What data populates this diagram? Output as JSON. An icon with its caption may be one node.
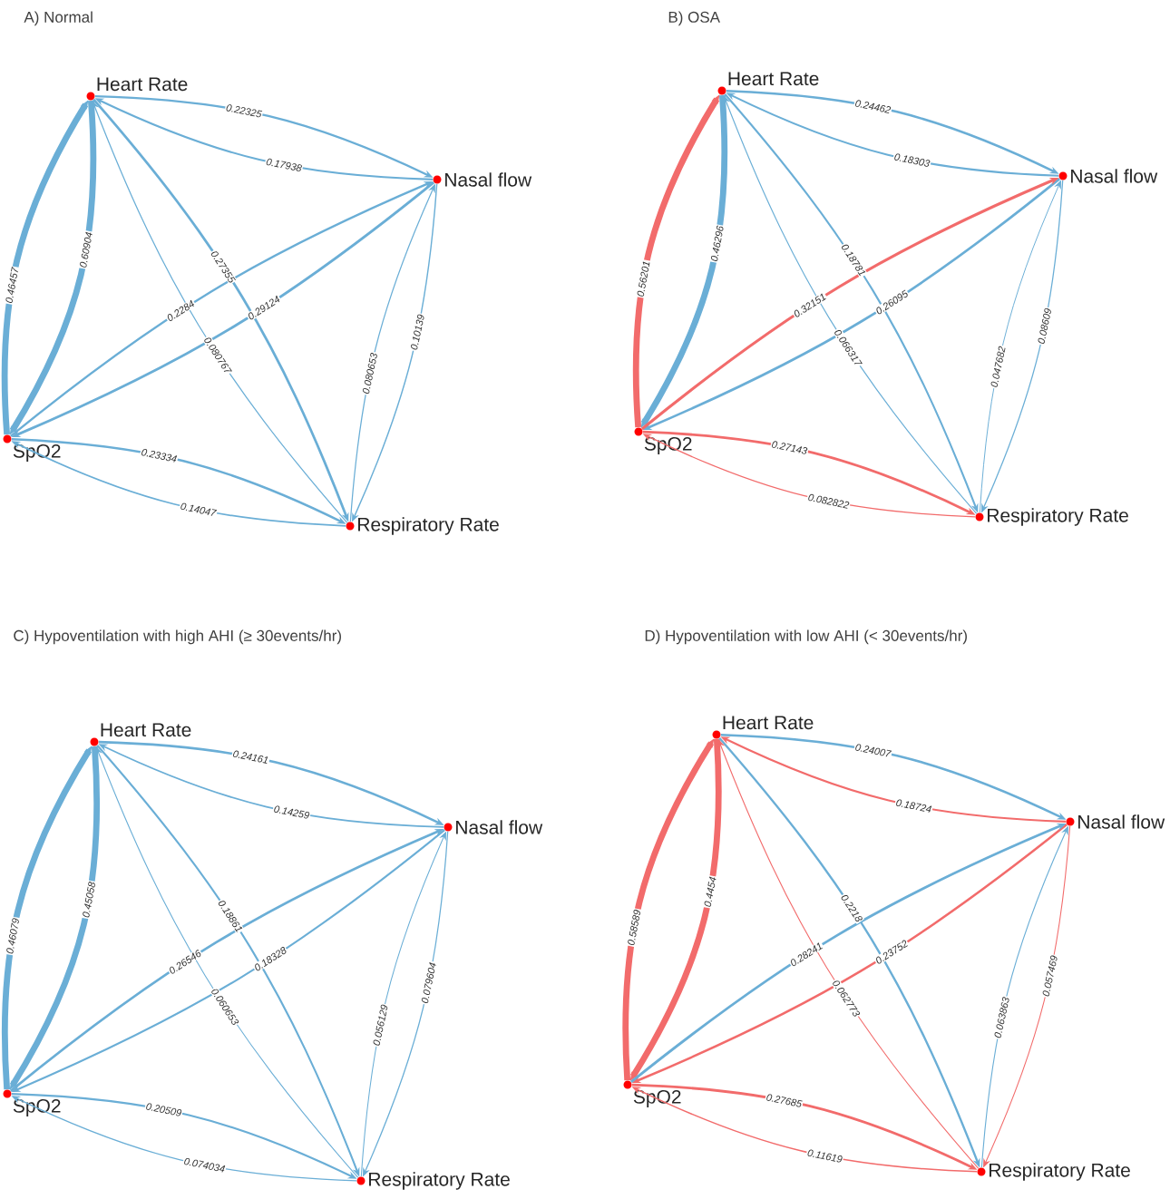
{
  "diagram": {
    "nodes": [
      {
        "text": [
          "Heart Rate"
        ]
      },
      {
        "text": [
          "Nasal flow"
        ]
      },
      {
        "text": [
          "SpO2"
        ]
      },
      {
        "text": [
          "Respiratory Rate"
        ]
      },
      {
        "text": [
          "Heart Rate"
        ]
      },
      {
        "text": [
          "Nasal flow"
        ]
      },
      {
        "text": [
          "SpO2"
        ]
      },
      {
        "text": [
          "Respiratory Rate"
        ]
      },
      {
        "text": [
          "Heart Rate"
        ]
      },
      {
        "text": [
          "Nasal flow"
        ]
      },
      {
        "text": [
          "SpO2"
        ]
      },
      {
        "text": [
          "Respiratory Rate"
        ]
      },
      {
        "text": [
          "Heart Rate"
        ]
      },
      {
        "text": [
          "Nasal flow"
        ]
      },
      {
        "text": [
          "SpO2"
        ]
      },
      {
        "text": [
          "Respiratory Rate"
        ]
      }
    ],
    "edges": [
      {
        "from": 0,
        "to": 1,
        "arrow": "to",
        "label": "0.22325"
      },
      {
        "from": 1,
        "to": 0,
        "arrow": "to",
        "label": "0.17938"
      },
      {
        "from": 0,
        "to": 2,
        "arrow": "to",
        "label": "0.60904",
        "style": "thick"
      },
      {
        "from": 2,
        "to": 0,
        "arrow": "to",
        "label": "0.46457",
        "style": "thick"
      },
      {
        "from": 0,
        "to": 3,
        "arrow": "to",
        "label": "0.27355"
      },
      {
        "from": 3,
        "to": 0,
        "arrow": "to",
        "label": "0.080767"
      },
      {
        "from": 1,
        "to": 2,
        "arrow": "to",
        "label": "0.29124"
      },
      {
        "from": 2,
        "to": 1,
        "arrow": "to",
        "label": "0.2284"
      },
      {
        "from": 1,
        "to": 3,
        "arrow": "to",
        "label": "0.10139"
      },
      {
        "from": 3,
        "to": 1,
        "arrow": "to",
        "label": "0.080653"
      },
      {
        "from": 2,
        "to": 3,
        "arrow": "to",
        "label": "0.23334"
      },
      {
        "from": 3,
        "to": 2,
        "arrow": "to",
        "label": "0.14047"
      },
      {
        "from": 4,
        "to": 5,
        "arrow": "to",
        "label": "0.24462"
      },
      {
        "from": 5,
        "to": 4,
        "arrow": "to",
        "label": "0.18303"
      },
      {
        "from": 4,
        "to": 6,
        "arrow": "to",
        "label": "0.46296",
        "style": "thick"
      },
      {
        "from": 6,
        "to": 4,
        "arrow": "to",
        "label": "0.56201",
        "color": "#f26b6b",
        "style": "thick"
      },
      {
        "from": 4,
        "to": 7,
        "arrow": "to",
        "label": "0.18781"
      },
      {
        "from": 7,
        "to": 4,
        "arrow": "to",
        "label": "0.066317"
      },
      {
        "from": 5,
        "to": 6,
        "arrow": "to",
        "label": "0.26095"
      },
      {
        "from": 6,
        "to": 5,
        "arrow": "to",
        "label": "0.32151",
        "color": "#f26b6b"
      },
      {
        "from": 5,
        "to": 7,
        "arrow": "to",
        "label": "0.08609"
      },
      {
        "from": 7,
        "to": 5,
        "arrow": "to",
        "label": "0.047682"
      },
      {
        "from": 6,
        "to": 7,
        "arrow": "to",
        "label": "0.27143",
        "color": "#f26b6b"
      },
      {
        "from": 7,
        "to": 6,
        "arrow": "to",
        "label": "0.082822",
        "color": "#f26b6b"
      },
      {
        "from": 8,
        "to": 9,
        "arrow": "to",
        "label": "0.24161"
      },
      {
        "from": 9,
        "to": 8,
        "arrow": "to",
        "label": "0.14259"
      },
      {
        "from": 8,
        "to": 10,
        "arrow": "to",
        "label": "0.45058",
        "style": "thick"
      },
      {
        "from": 10,
        "to": 8,
        "arrow": "to",
        "label": "0.46079",
        "style": "thick"
      },
      {
        "from": 8,
        "to": 11,
        "arrow": "to",
        "label": "0.18861"
      },
      {
        "from": 11,
        "to": 8,
        "arrow": "to",
        "label": "0.060653"
      },
      {
        "from": 9,
        "to": 10,
        "arrow": "to",
        "label": "0.18328"
      },
      {
        "from": 10,
        "to": 9,
        "arrow": "to",
        "label": "0.26546"
      },
      {
        "from": 9,
        "to": 11,
        "arrow": "to",
        "label": "0.079604"
      },
      {
        "from": 11,
        "to": 9,
        "arrow": "to",
        "label": "0.056129"
      },
      {
        "from": 10,
        "to": 11,
        "arrow": "to",
        "label": "0.20509"
      },
      {
        "from": 11,
        "to": 10,
        "arrow": "to",
        "label": "0.074034"
      },
      {
        "from": 12,
        "to": 13,
        "arrow": "to",
        "label": "0.24007"
      },
      {
        "from": 13,
        "to": 12,
        "arrow": "to",
        "label": "0.18724",
        "color": "#f26b6b"
      },
      {
        "from": 12,
        "to": 14,
        "arrow": "to",
        "label": "0.4454",
        "color": "#f26b6b",
        "style": "thick"
      },
      {
        "from": 14,
        "to": 12,
        "arrow": "to",
        "label": "0.58589",
        "color": "#f26b6b",
        "style": "thick"
      },
      {
        "from": 12,
        "to": 15,
        "arrow": "to",
        "label": "0.2218"
      },
      {
        "from": 15,
        "to": 12,
        "arrow": "to",
        "label": "0.062773",
        "color": "#f26b6b"
      },
      {
        "from": 13,
        "to": 14,
        "arrow": "to",
        "label": "0.23752",
        "color": "#f26b6b"
      },
      {
        "from": 14,
        "to": 13,
        "arrow": "to",
        "label": "0.28241"
      },
      {
        "from": 13,
        "to": 15,
        "arrow": "to",
        "label": "0.057469",
        "color": "#f26b6b"
      },
      {
        "from": 15,
        "to": 13,
        "arrow": "to",
        "label": "0.063863"
      },
      {
        "from": 14,
        "to": 15,
        "arrow": "to",
        "label": "0.27685",
        "color": "#f26b6b"
      },
      {
        "from": 15,
        "to": 14,
        "arrow": "to",
        "label": "0.11619",
        "color": "#f26b6b"
      }
    ],
    "labels": [
      "A) Normal",
      "B) OSA",
      "C) Hypoventilation with high AHI (≥ 30events/hr)",
      "D) Hypoventilation with low AHI (< 30events/hr)"
    ]
  }
}
